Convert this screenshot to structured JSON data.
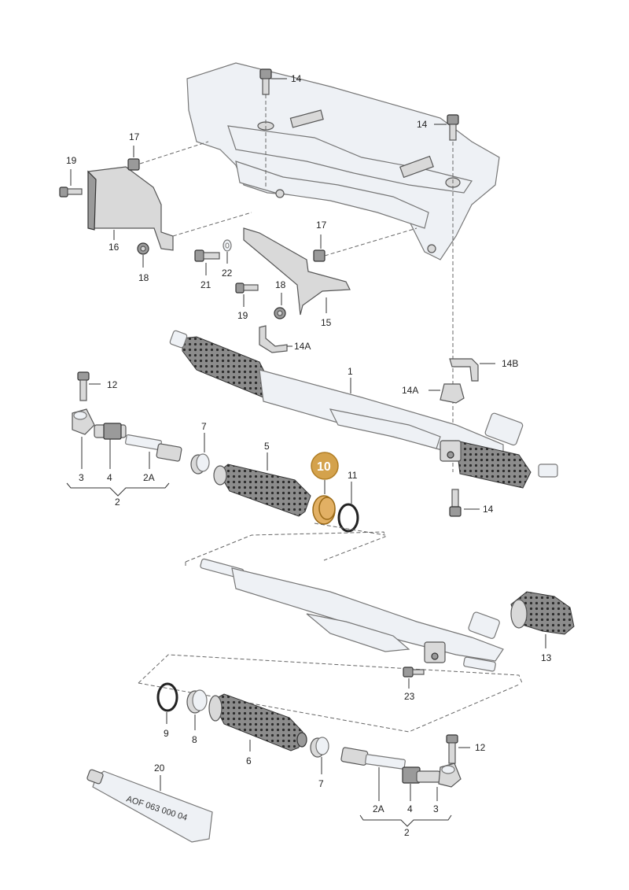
{
  "diagram": {
    "highlight_label": "10",
    "highlight_color": "#d4a24c",
    "tube_text": "AOF 063 000 04",
    "labels": {
      "l14_top": "14",
      "l14_right_top": "14",
      "l17_left": "17",
      "l19_left": "19",
      "l16": "16",
      "l18_left": "18",
      "l17_mid": "17",
      "l21": "21",
      "l22": "22",
      "l18_mid": "18",
      "l19_mid": "19",
      "l15": "15",
      "l14A_upper": "14A",
      "l1": "1",
      "l14B": "14B",
      "l14A_lower": "14A",
      "l12_top": "12",
      "l3_top": "3",
      "l4_top": "4",
      "l2A_top": "2A",
      "l2_top": "2",
      "l7_top": "7",
      "l5": "5",
      "l11": "11",
      "l14_bottom": "14",
      "l13": "13",
      "l23": "23",
      "l9": "9",
      "l8": "8",
      "l6": "6",
      "l7_bottom": "7",
      "l12_bottom": "12",
      "l20": "20",
      "l2A_bottom": "2A",
      "l4_bottom": "4",
      "l3_bottom": "3",
      "l2_bottom": "2"
    }
  }
}
